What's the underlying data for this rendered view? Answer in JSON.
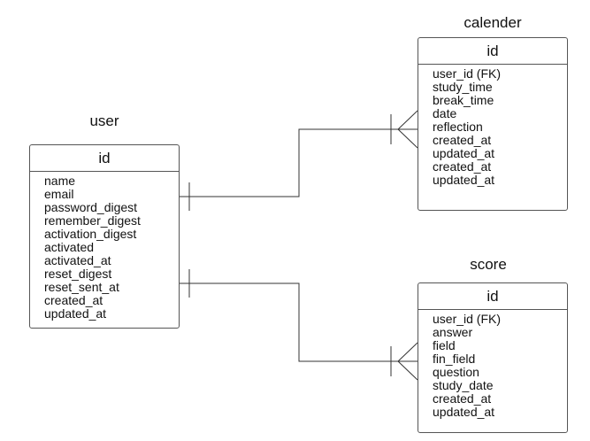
{
  "entities": {
    "user": {
      "title": "user",
      "pk": "id",
      "fields": [
        "name",
        "email",
        "password_digest",
        "remember_digest",
        "activation_digest",
        "activated",
        "activated_at",
        "reset_digest",
        "reset_sent_at",
        "created_at",
        "updated_at"
      ]
    },
    "calender": {
      "title": "calender",
      "pk": "id",
      "fields": [
        "user_id (FK)",
        "study_time",
        "break_time",
        "date",
        "reflection",
        "created_at",
        "updated_at",
        "created_at",
        "updated_at"
      ]
    },
    "score": {
      "title": "score",
      "pk": "id",
      "fields": [
        "user_id (FK)",
        "answer",
        "field",
        "fin_field",
        "question",
        "study_date",
        "created_at",
        "updated_at"
      ]
    }
  },
  "relationships": [
    {
      "from": "user",
      "to": "calender",
      "from_cardinality": "one",
      "to_cardinality": "many"
    },
    {
      "from": "user",
      "to": "score",
      "from_cardinality": "one",
      "to_cardinality": "many"
    }
  ]
}
